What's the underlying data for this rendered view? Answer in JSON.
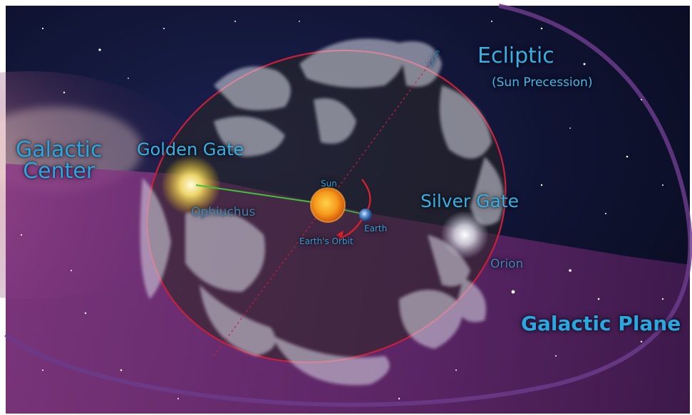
{
  "labels": {
    "galactic_center_line1": "Galactic",
    "galactic_center_line2": "Center",
    "golden_gate": "Golden Gate",
    "ecliptic": "Ecliptic",
    "sun_precession": "(Sun Precession)",
    "silver_gate": "Silver Gate",
    "ophiuchus": "Ophiuchus",
    "orion": "Orion",
    "galactic_plane": "Galactic Plane",
    "sun": "Sun",
    "earth": "Earth",
    "earths_orbit": "Earth's Orbit",
    "zenith": "Zenith"
  },
  "colors": {
    "label_blue": "#2aa7e0",
    "space_dark": "#0b0d22",
    "plane_purple": "#7a2f7c",
    "ecliptic_red": "#c8203c",
    "gate_line_green": "#3fc23a",
    "orbit_arrow_red": "#e0202c",
    "sun_orange": "#f08a18"
  }
}
